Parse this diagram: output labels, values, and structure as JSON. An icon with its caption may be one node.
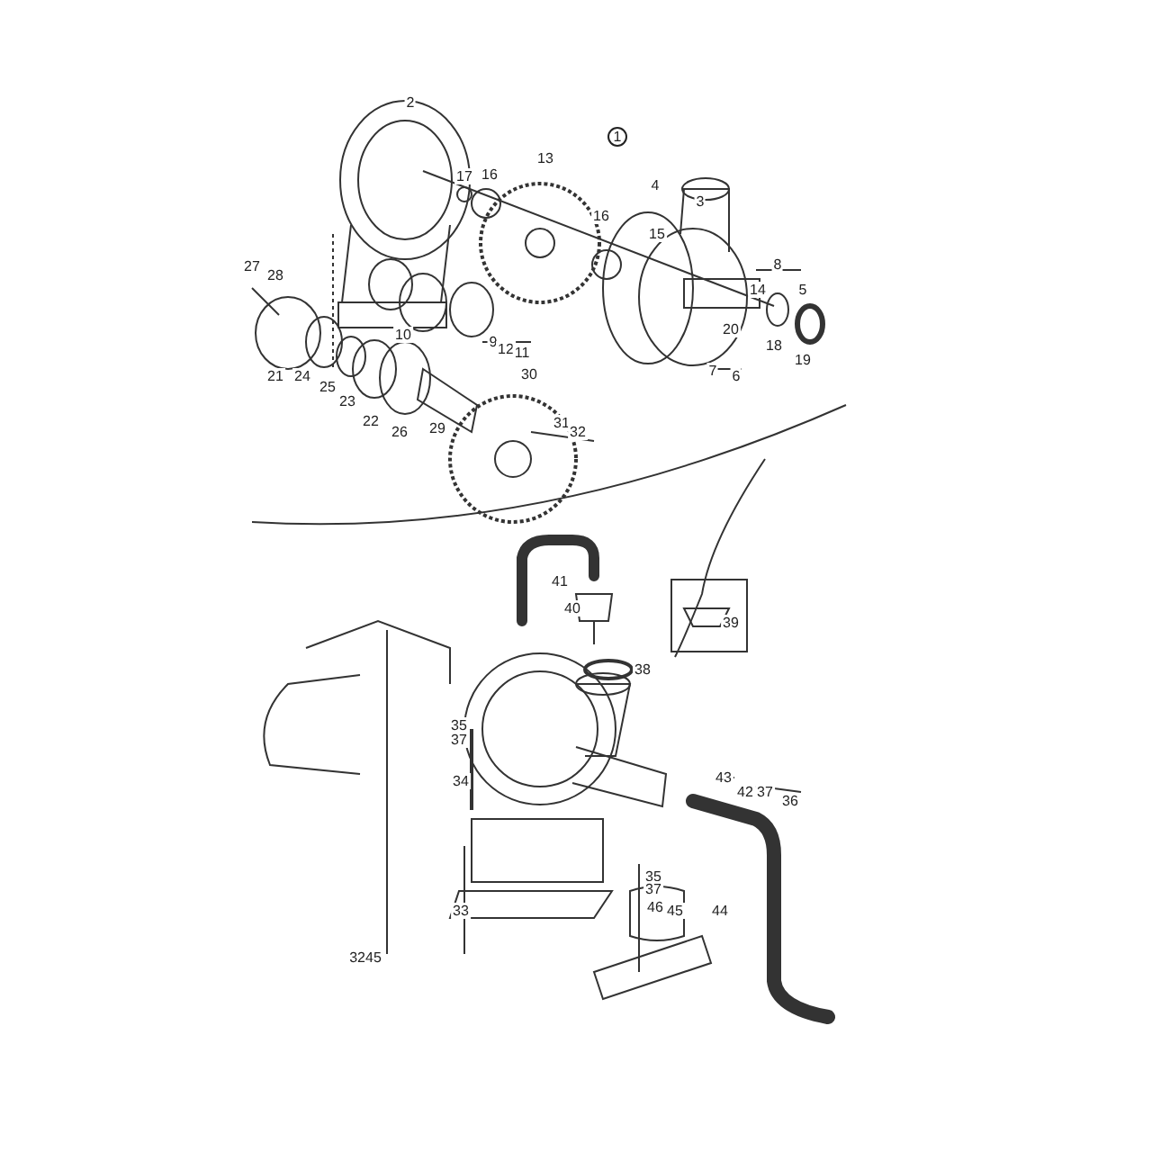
{
  "diagram": {
    "labels": [
      "2",
      "1",
      "13",
      "17",
      "16",
      "4",
      "3",
      "16",
      "15",
      "8",
      "14",
      "5",
      "27",
      "28",
      "10",
      "9",
      "12",
      "11",
      "20",
      "18",
      "19",
      "21",
      "24",
      "30",
      "7",
      "6",
      "25",
      "23",
      "22",
      "26",
      "29",
      "31",
      "32",
      "41",
      "40",
      "39",
      "38",
      "35",
      "37",
      "34",
      "43",
      "42",
      "37",
      "36",
      "35",
      "37",
      "33",
      "46",
      "45",
      "44",
      "3245"
    ]
  }
}
